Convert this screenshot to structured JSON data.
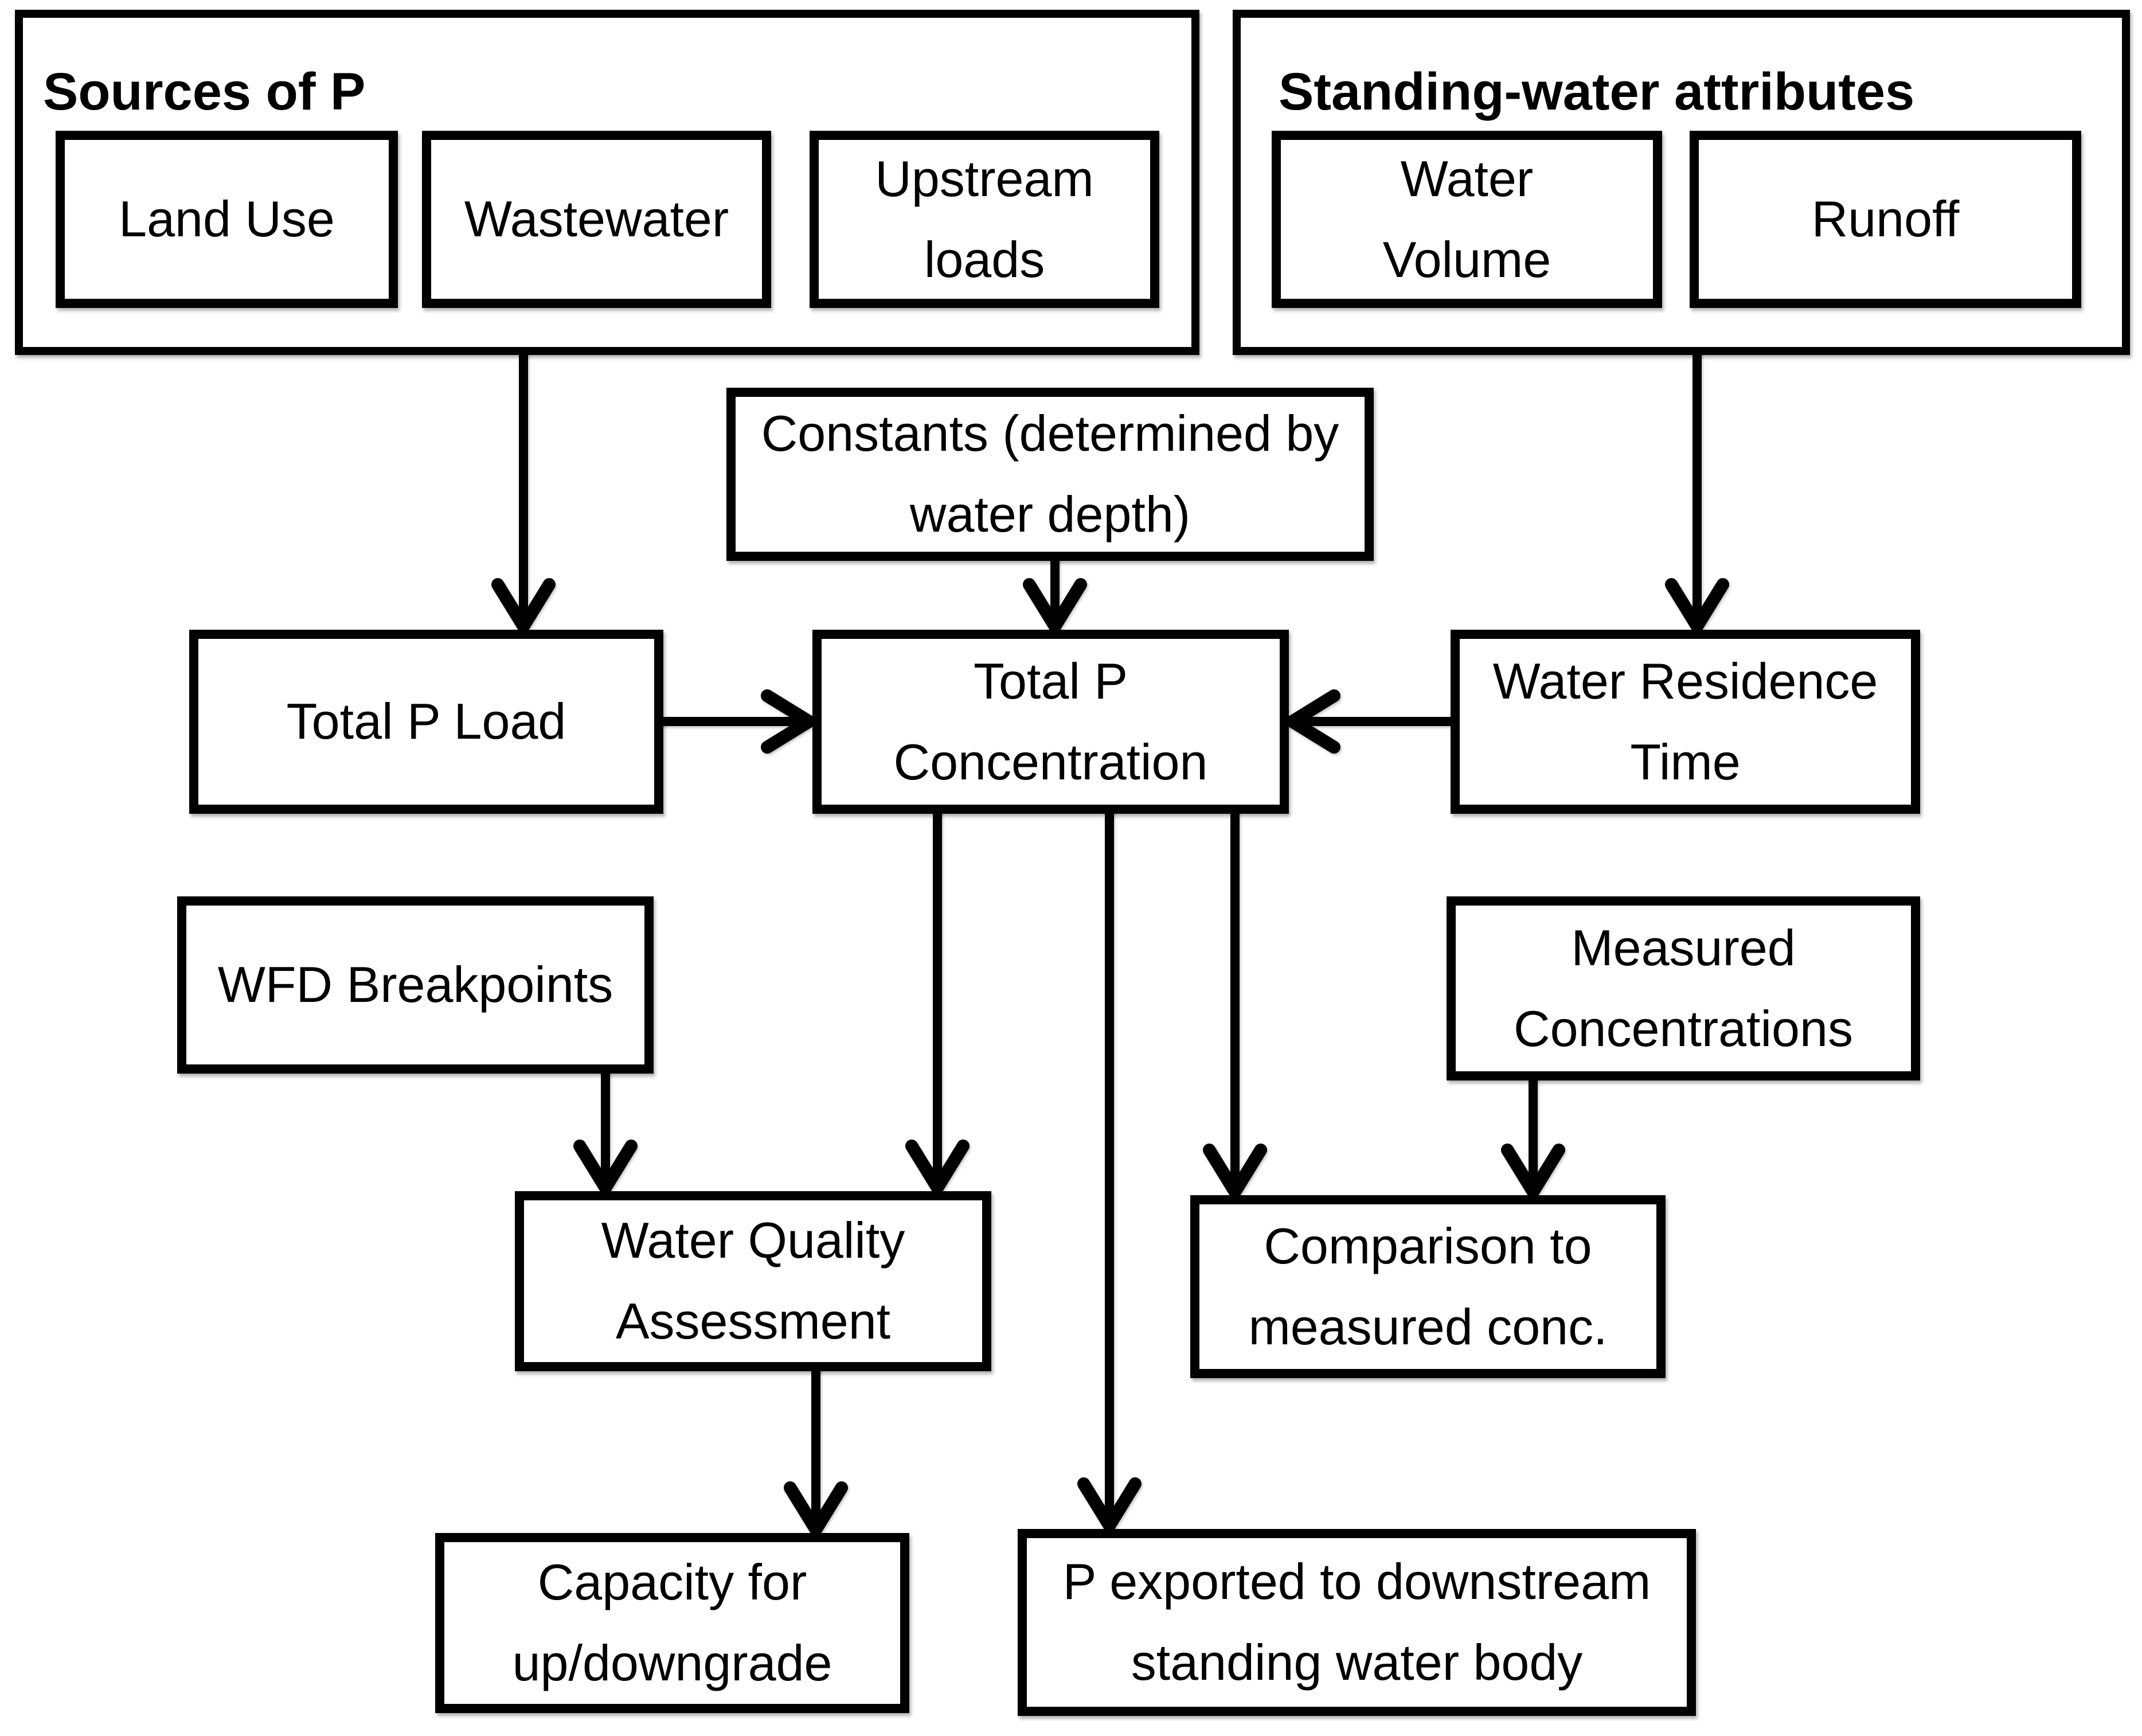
{
  "figure": {
    "type": "flowchart",
    "colors": {
      "background": "#ffffff",
      "line": "#000000",
      "text": "#000000",
      "box_fill": "#ffffff"
    },
    "containers": {
      "sources": {
        "title": "Sources of P",
        "children": [
          "land_use",
          "wastewater",
          "upstream_loads"
        ]
      },
      "standing": {
        "title": "Standing-water attributes",
        "children": [
          "water_volume",
          "runoff"
        ]
      }
    },
    "nodes": {
      "land_use": "Land Use",
      "wastewater": "Wastewater",
      "upstream_loads": "Upstream\nloads",
      "water_volume": "Water\nVolume",
      "runoff": "Runoff",
      "constants": "Constants (determined by\nwater depth)",
      "total_p_load": "Total P Load",
      "total_p_concentration": "Total P\nConcentration",
      "water_residence_time": "Water Residence\nTime",
      "wfd_breakpoints": "WFD Breakpoints",
      "measured_concentrations": "Measured\nConcentrations",
      "water_quality_assessment": "Water Quality\nAssessment",
      "comparison_to_measured": "Comparison to\nmeasured conc.",
      "capacity_up_downgrade": "Capacity for\nup/downgrade",
      "p_exported": "P exported to downstream\nstanding water body"
    },
    "edges": [
      {
        "from": "sources-of-p",
        "to": "total-p-load"
      },
      {
        "from": "standing-water-attributes",
        "to": "water-residence-time"
      },
      {
        "from": "constants",
        "to": "total-p-concentration"
      },
      {
        "from": "total-p-load",
        "to": "total-p-concentration"
      },
      {
        "from": "water-residence-time",
        "to": "total-p-concentration"
      },
      {
        "from": "total-p-concentration",
        "to": "water-quality-assessment"
      },
      {
        "from": "total-p-concentration",
        "to": "p-exported-downstream"
      },
      {
        "from": "total-p-concentration",
        "to": "comparison-to-measured"
      },
      {
        "from": "wfd-breakpoints",
        "to": "water-quality-assessment"
      },
      {
        "from": "measured-concentrations",
        "to": "comparison-to-measured"
      },
      {
        "from": "water-quality-assessment",
        "to": "capacity-for-up-downgrade"
      }
    ]
  }
}
